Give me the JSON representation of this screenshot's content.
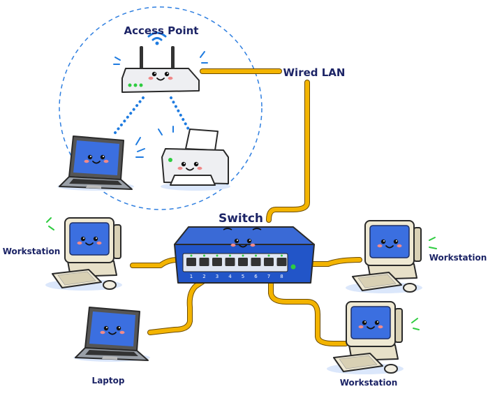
{
  "diagram": {
    "title": "Network Topology",
    "labels": {
      "access_point": "Access Point",
      "wired_lan": "Wired LAN",
      "switch": "Switch",
      "workstation_left": "Workstation",
      "workstation_right": "Workstation",
      "workstation_bottom": "Workstation",
      "laptop_bottom": "Laptop"
    },
    "switch_ports": [
      "1",
      "2",
      "3",
      "4",
      "5",
      "6",
      "7",
      "8"
    ],
    "colors": {
      "label": "#1c2466",
      "cable": "#f3b400",
      "wireless": "#1e7be0",
      "switch_body": "#2255c8",
      "screen": "#3b6fe0",
      "status_led": "#2ecc40"
    },
    "nodes": [
      {
        "id": "ap",
        "type": "access-point",
        "connection": "wired"
      },
      {
        "id": "laptop-wifi",
        "type": "laptop",
        "connection": "wireless"
      },
      {
        "id": "printer",
        "type": "printer",
        "connection": "wireless"
      },
      {
        "id": "switch",
        "type": "switch"
      },
      {
        "id": "ws-left",
        "type": "workstation",
        "connection": "wired"
      },
      {
        "id": "ws-right",
        "type": "workstation",
        "connection": "wired"
      },
      {
        "id": "ws-bottom",
        "type": "workstation",
        "connection": "wired"
      },
      {
        "id": "laptop-wired",
        "type": "laptop",
        "connection": "wired"
      }
    ]
  }
}
